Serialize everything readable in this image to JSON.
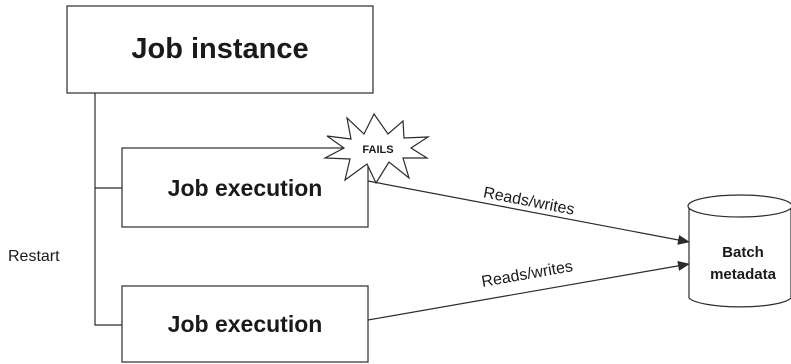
{
  "nodes": {
    "job_instance": "Job instance",
    "job_execution_1": "Job execution",
    "job_execution_2": "Job execution",
    "fails_label": "FAILS",
    "batch_metadata_line1": "Batch",
    "batch_metadata_line2": "metadata"
  },
  "edges": {
    "restart_label": "Restart",
    "reads_writes_1": "Reads/writes",
    "reads_writes_2": "Reads/writes"
  }
}
